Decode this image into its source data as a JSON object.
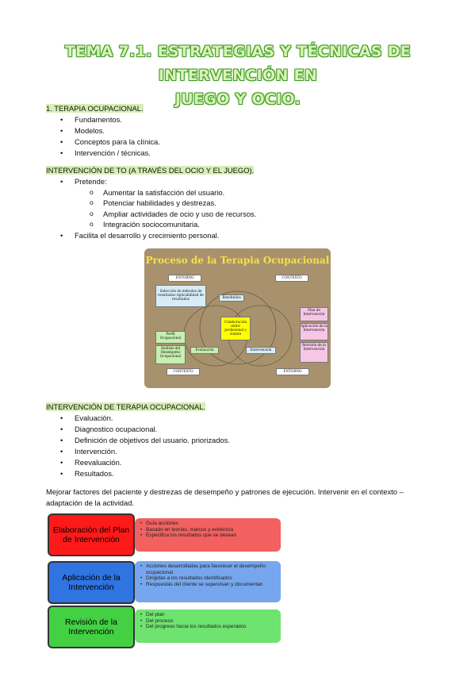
{
  "title_line1": "TEMA 7.1. ESTRATEGIAS Y TÉCNICAS DE INTERVENCIÓN EN",
  "title_line2": "JUEGO Y OCIO.",
  "section1": {
    "heading": "1. TERAPIA OCUPACIONAL.",
    "items": [
      "Fundamentos.",
      "Modelos.",
      "Conceptos para la clínica.",
      "Intervención / técnicas."
    ]
  },
  "section2": {
    "heading": "INTERVENCIÓN DE TO (A TRAVÉS DEL OCIO Y EL JUEGO).",
    "pretende": "Pretende:",
    "subitems": [
      "Aumentar la satisfacción del usuario.",
      "Potenciar habilidades y destrezas.",
      "Ampliar actividades de ocio y uso de recursos.",
      "Integración sociocomunitaria."
    ],
    "facilita": "Facilita el desarrollo y crecimiento personal."
  },
  "diagram1": {
    "title": "Proceso de la Terapia Ocupacional",
    "entorno_top": "ENTORNO",
    "contexto_top": "CONTEXTO",
    "contexto_bottom": "CONTEXTO",
    "entorno_bottom": "ENTORNO",
    "seleccion": "Selección de métodos de resultados Aplicabilidad de resultados",
    "resultados": "Resultados",
    "colaboracion": "Colaboración entre profesional y cliente",
    "plan": "Plan de Intervención",
    "aplicacion": "Aplicación de la Intervención",
    "revision": "Revisión de la Intervención",
    "perfil": "Perfil Ocupacional",
    "analisis": "Análisis del Desempeño Ocupacional",
    "evaluacion": "Evaluación",
    "intervencion": "Intervención",
    "colors": {
      "background": "#a8926e",
      "title": "#f7e04a",
      "blue": "#d7ecf6",
      "yellow": "#ffff00",
      "pink": "#f6c6e6",
      "green": "#c6efb0"
    }
  },
  "section3": {
    "heading": "INTERVENCIÓN DE TERAPIA OCUPACIONAL.",
    "items": [
      "Evaluación.",
      "Diagnostico ocupacional.",
      "Definición de objetivos del usuario. priorizados.",
      "Intervención.",
      "Reevaluación.",
      "Resultados."
    ]
  },
  "paragraph": "Mejorar factores del paciente y destrezas de desempeño y patrones de ejecución. Intervenir en el contexto – adaptación de la actividad.",
  "diagram2": {
    "phases": [
      {
        "label": "Elaboración del Plan de Intervención",
        "color": "#ff1a1a",
        "desc_color": "#f26060",
        "bullets": [
          "Guía acciones",
          "Basado en teorías, marcos y evidencia",
          "Especifica los resultados que se desean"
        ]
      },
      {
        "label": "Aplicación de la Intervención",
        "color": "#2f74e0",
        "desc_color": "#76a7ee",
        "bullets": [
          "Acciones desarrolladas para favorecer el desempeño ocupacional",
          "Dirigidas a los resultados identificados",
          "Respuestas del cliente se supervisan y documentan"
        ]
      },
      {
        "label": "Revisión de la Intervención",
        "color": "#43d043",
        "desc_color": "#6fe36f",
        "bullets": [
          "Del plan",
          "Del proceso",
          "Del progreso hacia los resultados esperados"
        ]
      }
    ]
  },
  "colors": {
    "highlight": "#d6efb5",
    "title_fill": "#d9f3b3",
    "title_outline": "#3f9a2a"
  }
}
